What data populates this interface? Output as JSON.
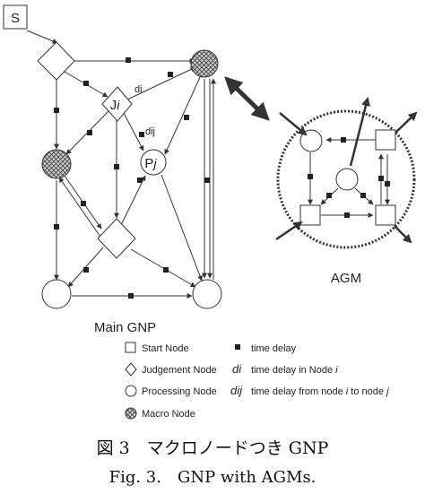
{
  "diagram": {
    "start_label": "S",
    "judgement_label": "J",
    "judgement_sub": "i",
    "delay_label_di": "di",
    "delay_label_dij": "dij",
    "processing_label": "P",
    "processing_sub": "j",
    "main_title": "Main GNP",
    "agm_title": "AGM"
  },
  "legend": {
    "start_node": "Start Node",
    "time_delay": "time delay",
    "judgement_node": "Judgement Node",
    "di_symbol": "di",
    "di_text": "time delay in Node ",
    "di_var": "i",
    "processing_node": "Processing Node",
    "dij_symbol": "dij",
    "dij_text": "time delay from node ",
    "dij_var_i": "i",
    "dij_to": " to node ",
    "dij_var_j": "j",
    "macro_node": "Macro Node"
  },
  "caption": {
    "jp": "図 3　マクロノードつき GNP",
    "en": "Fig. 3.　GNP with AGMs."
  },
  "colors": {
    "line": "#333333",
    "hatch": "#444444",
    "agm_border": "#333333"
  }
}
